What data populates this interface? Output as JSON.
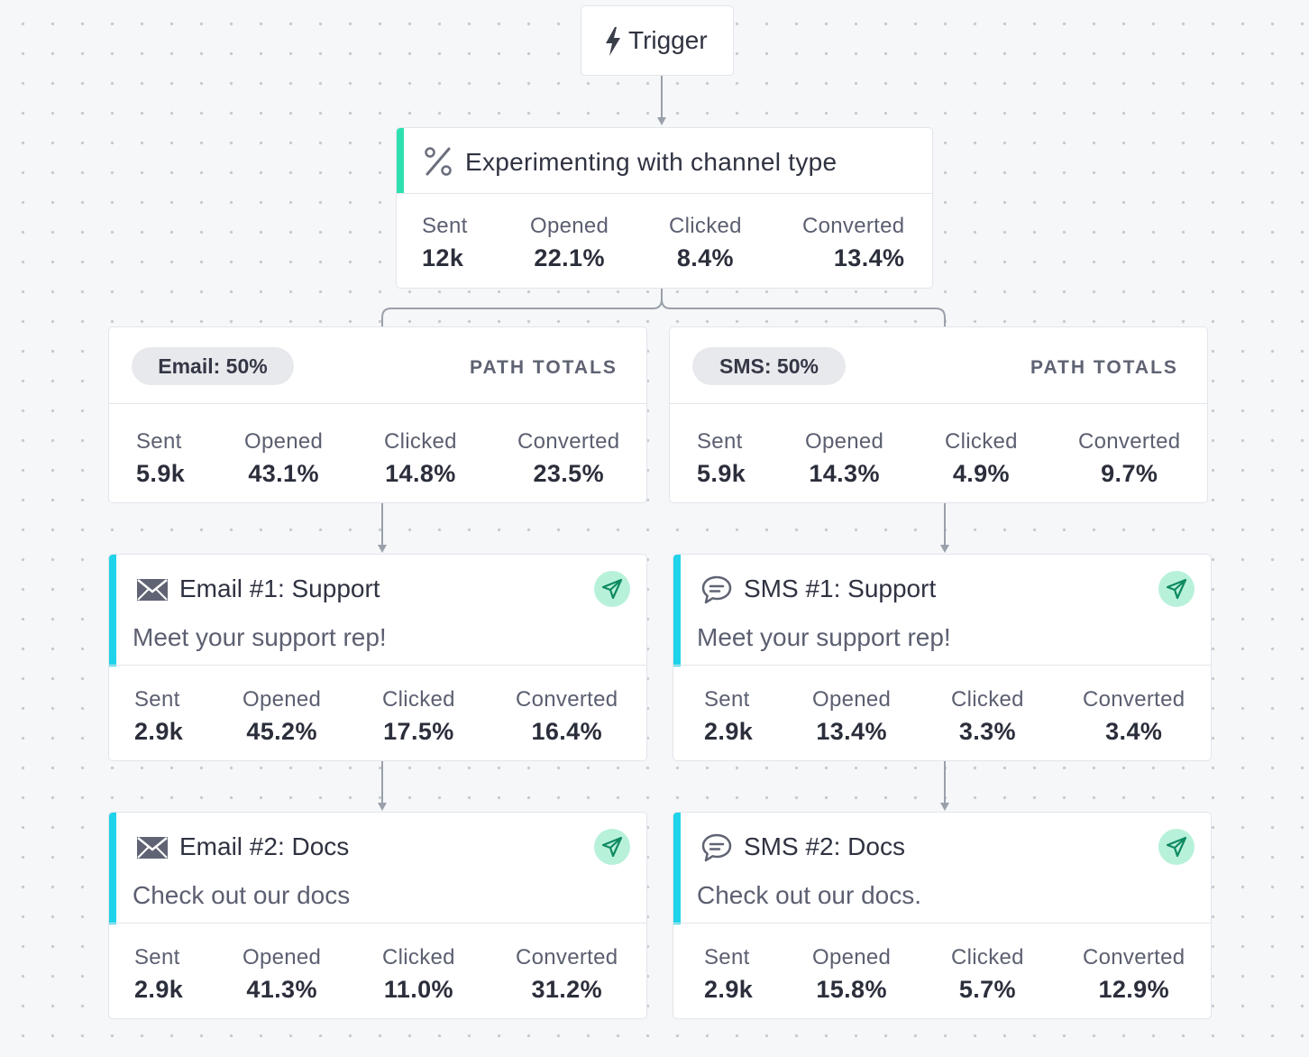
{
  "trigger": {
    "label": "Trigger",
    "icon": "lightning-icon"
  },
  "experiment": {
    "title": "Experimenting with channel type",
    "icon": "percent-icon",
    "accent_color": "#2ee0b0",
    "stats": [
      {
        "label": "Sent",
        "value": "12k"
      },
      {
        "label": "Opened",
        "value": "22.1%"
      },
      {
        "label": "Clicked",
        "value": "8.4%"
      },
      {
        "label": "Converted",
        "value": "13.4%"
      }
    ]
  },
  "paths": [
    {
      "pill": "Email: 50%",
      "totals_label": "PATH TOTALS",
      "stats": [
        {
          "label": "Sent",
          "value": "5.9k"
        },
        {
          "label": "Opened",
          "value": "43.1%"
        },
        {
          "label": "Clicked",
          "value": "14.8%"
        },
        {
          "label": "Converted",
          "value": "23.5%"
        }
      ],
      "messages": [
        {
          "title": "Email #1: Support",
          "subtitle": "Meet your support rep!",
          "icon": "envelope-icon",
          "stats": [
            {
              "label": "Sent",
              "value": "2.9k"
            },
            {
              "label": "Opened",
              "value": "45.2%"
            },
            {
              "label": "Clicked",
              "value": "17.5%"
            },
            {
              "label": "Converted",
              "value": "16.4%"
            }
          ]
        },
        {
          "title": "Email #2: Docs",
          "subtitle": "Check out our docs",
          "icon": "envelope-icon",
          "stats": [
            {
              "label": "Sent",
              "value": "2.9k"
            },
            {
              "label": "Opened",
              "value": "41.3%"
            },
            {
              "label": "Clicked",
              "value": "11.0%"
            },
            {
              "label": "Converted",
              "value": "31.2%"
            }
          ]
        }
      ]
    },
    {
      "pill": "SMS: 50%",
      "totals_label": "PATH TOTALS",
      "stats": [
        {
          "label": "Sent",
          "value": "5.9k"
        },
        {
          "label": "Opened",
          "value": "14.3%"
        },
        {
          "label": "Clicked",
          "value": "4.9%"
        },
        {
          "label": "Converted",
          "value": "9.7%"
        }
      ],
      "messages": [
        {
          "title": "SMS #1: Support",
          "subtitle": "Meet your support rep!",
          "icon": "chat-bubble-icon",
          "stats": [
            {
              "label": "Sent",
              "value": "2.9k"
            },
            {
              "label": "Opened",
              "value": "13.4%"
            },
            {
              "label": "Clicked",
              "value": "3.3%"
            },
            {
              "label": "Converted",
              "value": "3.4%"
            }
          ]
        },
        {
          "title": "SMS #2: Docs",
          "subtitle": "Check out our docs.",
          "icon": "chat-bubble-icon",
          "stats": [
            {
              "label": "Sent",
              "value": "2.9k"
            },
            {
              "label": "Opened",
              "value": "15.8%"
            },
            {
              "label": "Clicked",
              "value": "5.7%"
            },
            {
              "label": "Converted",
              "value": "12.9%"
            }
          ]
        }
      ]
    }
  ],
  "colors": {
    "message_accent": "#1fd3ea",
    "send_badge_bg": "#b8f1da",
    "send_icon": "#0f8a62"
  }
}
